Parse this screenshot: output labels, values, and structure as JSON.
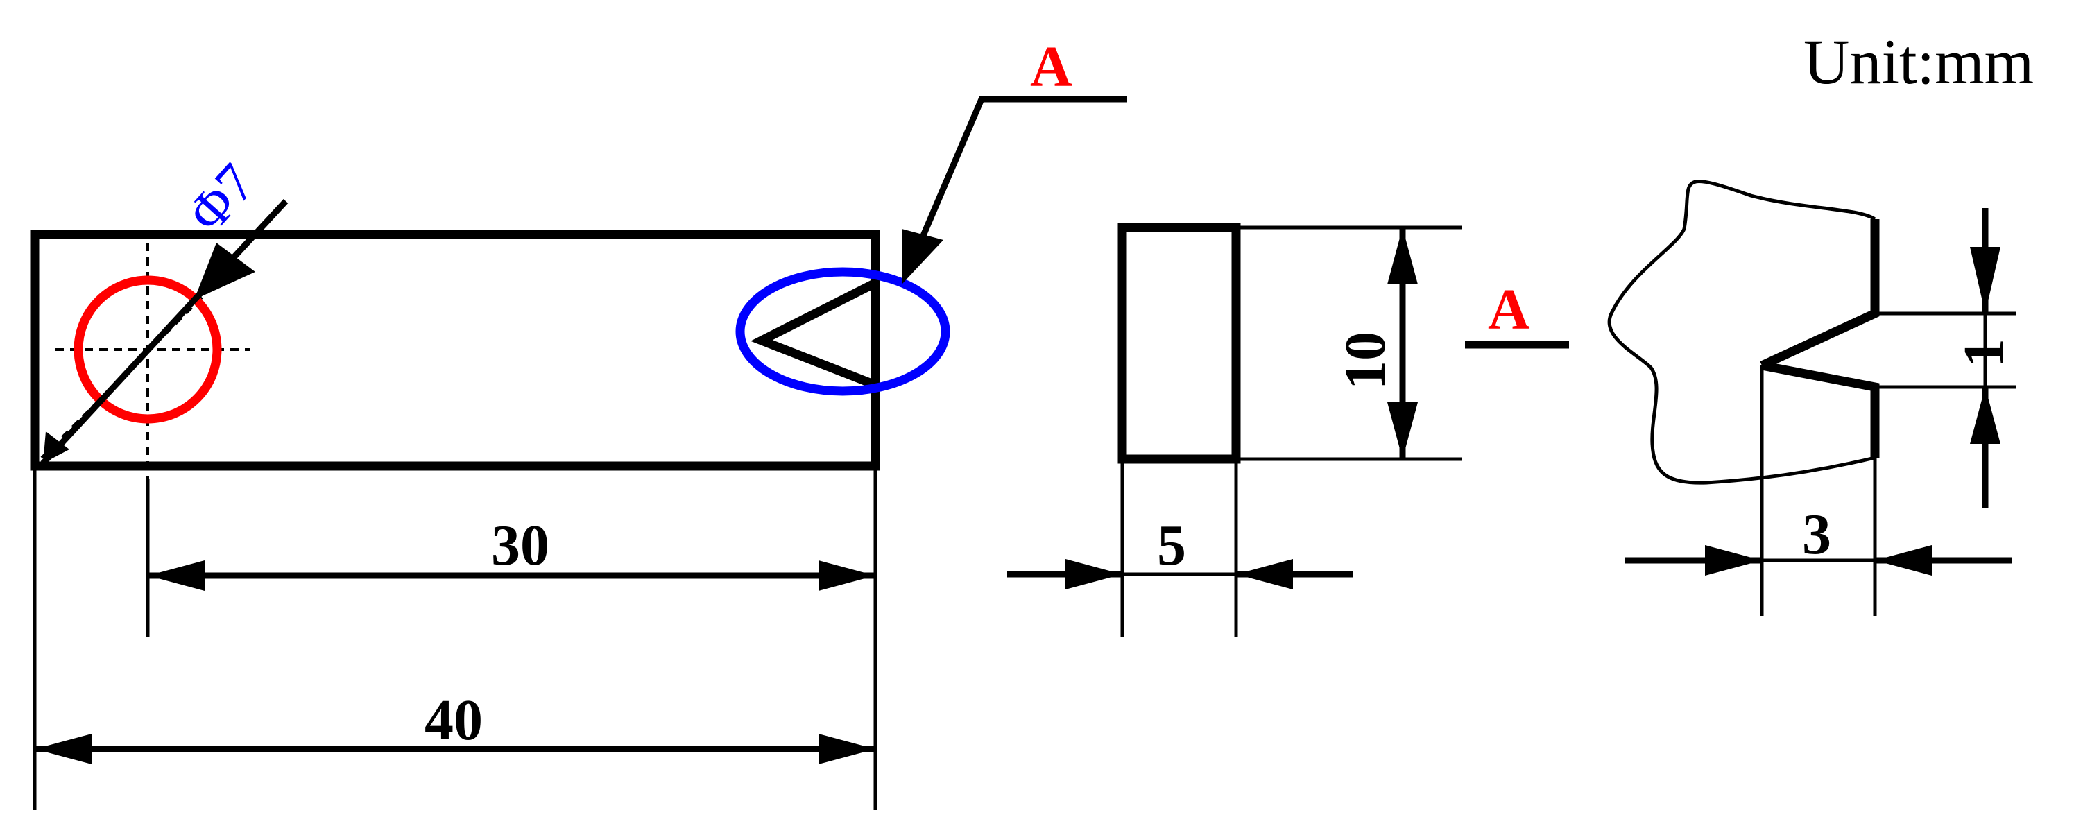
{
  "unit_label": "Unit:mm",
  "section_label": "A",
  "diameter_label": "Φ7",
  "dimensions": {
    "hole_offset": "30",
    "total_length": "40",
    "height": "10",
    "thickness": "5",
    "notch_depth": "3",
    "notch_width": "1"
  },
  "colors": {
    "outline": "#000000",
    "hole_highlight": "#ff0000",
    "notch_highlight": "#0000ff",
    "section_label": "#ff0000",
    "diameter_label": "#0000ff"
  }
}
